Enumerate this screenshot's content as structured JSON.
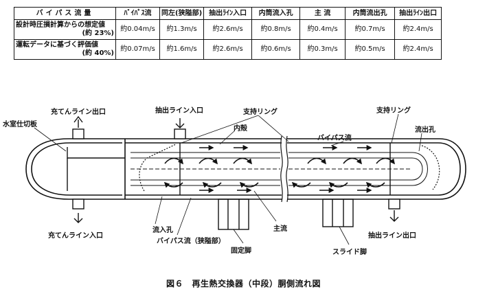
{
  "table": {
    "header": [
      "バイパス流量",
      "ﾊﾞｲﾊﾟｽ流",
      "同左(狭隘部)",
      "抽出ﾗｲﾝ入口",
      "内筒流入孔",
      "主 流",
      "内筒流出孔",
      "抽出ﾗｲﾝ出口"
    ],
    "rows": [
      {
        "label": "設計時圧損計算からの想定値",
        "pct": "(約 23%)",
        "values": [
          "約0.04m/s",
          "約1.3m/s",
          "約2.6m/s",
          "約0.8m/s",
          "約0.4m/s",
          "約0.7m/s",
          "約2.4m/s"
        ]
      },
      {
        "label": "運転データに基づく評価値",
        "pct": "(約 40%)",
        "values": [
          "約0.07m/s",
          "約1.6m/s",
          "約2.6m/s",
          "約0.6m/s",
          "約0.3m/s",
          "約0.5m/s",
          "約2.4m/s"
        ]
      }
    ]
  },
  "labels": {
    "fill_outlet": "充てんライン出口",
    "water_baffle": "水室仕切板",
    "fill_inlet": "充てんライン入口",
    "extract_inlet": "抽出ライン入口",
    "support_ring_1": "支持リング",
    "inner_shell": "内殻",
    "bypass_flow": "バイパス流",
    "support_ring_2": "支持リング",
    "outflow_hole": "流出孔",
    "inflow_hole": "流入孔",
    "bypass_narrow": "バイパス流（狭隘部）",
    "main_flow": "主流",
    "fixed_leg": "固定脚",
    "slide_leg": "スライド脚",
    "extract_outlet": "抽出ライン出口"
  },
  "caption": "図６　再生熱交換器（中段）胴側流れ図"
}
